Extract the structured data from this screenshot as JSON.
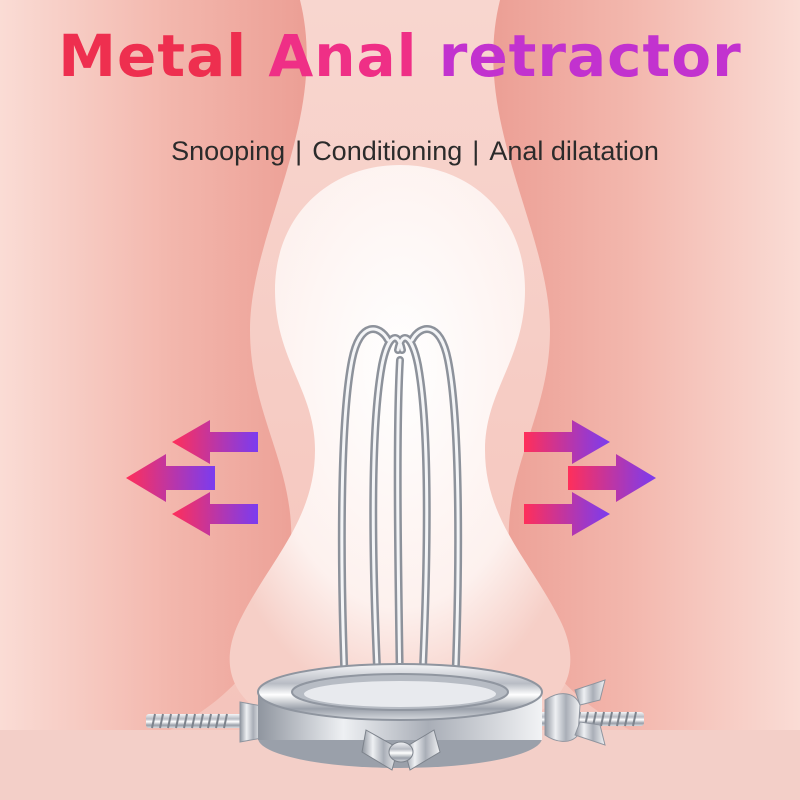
{
  "title": {
    "words": [
      "Metal",
      "Anal",
      "retractor"
    ],
    "colors": [
      "#ee2f4f",
      "#ef2f86",
      "#c232cf"
    ]
  },
  "subtitle": {
    "items": [
      "Snooping",
      "Conditioning",
      "Anal dilatation"
    ],
    "separator": "|"
  },
  "colors": {
    "skin_light": "#fbe3dd",
    "skin_mid": "#f2b4aa",
    "skin_dark": "#e99a90",
    "arrow_start": "#ff2f5a",
    "arrow_end": "#7a3cf0",
    "metal": "#c9ccd3"
  },
  "icons": {
    "left_arrows": "arrow-left-icon",
    "right_arrows": "arrow-right-icon"
  }
}
